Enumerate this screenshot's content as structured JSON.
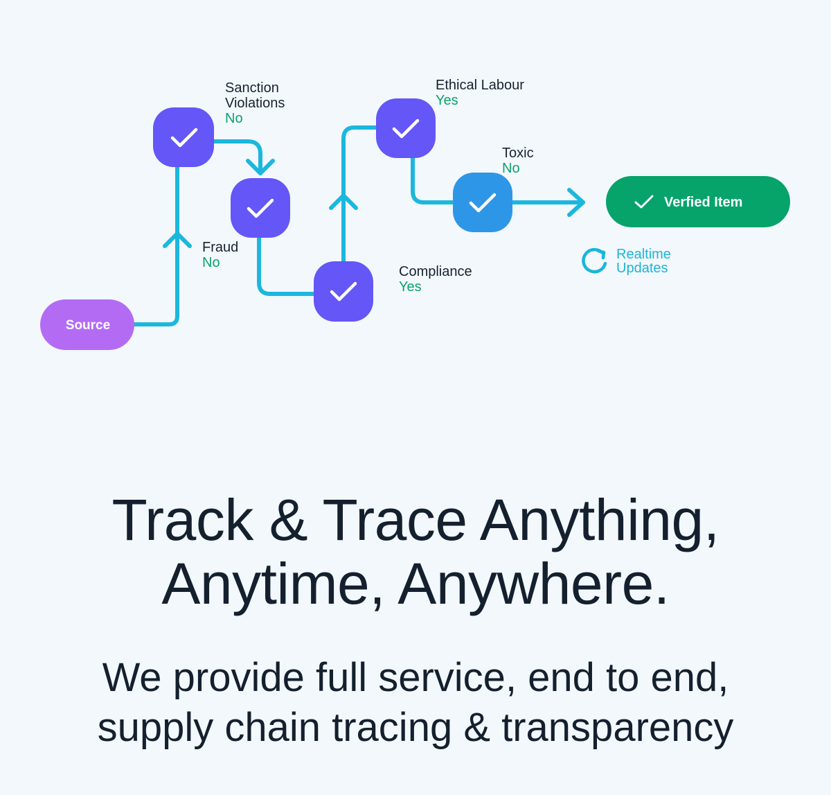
{
  "diagram": {
    "source_label": "Source",
    "verified_label": "Verfied Item",
    "checks": [
      {
        "name_lines": [
          "Sanction",
          "Violations"
        ],
        "status": "No"
      },
      {
        "name_lines": [
          "Fraud"
        ],
        "status": "No"
      },
      {
        "name_lines": [
          "Compliance"
        ],
        "status": "Yes"
      },
      {
        "name_lines": [
          "Ethical Labour"
        ],
        "status": "Yes"
      },
      {
        "name_lines": [
          "Toxic"
        ],
        "status": "No"
      }
    ],
    "realtime": [
      "Realtime",
      "Updates"
    ],
    "colors": {
      "line": "#1bb7dd",
      "check_node": "#6456f7",
      "toxic_node": "#2e96e6",
      "source_node": "#b36bf4",
      "verified_node": "#06a36b",
      "status_text": "#0aa26a"
    }
  },
  "headline": [
    "Track & Trace Anything,",
    "Anytime, Anywhere."
  ],
  "subline": [
    "We provide full service, end to end,",
    "supply chain tracing & transparency"
  ]
}
